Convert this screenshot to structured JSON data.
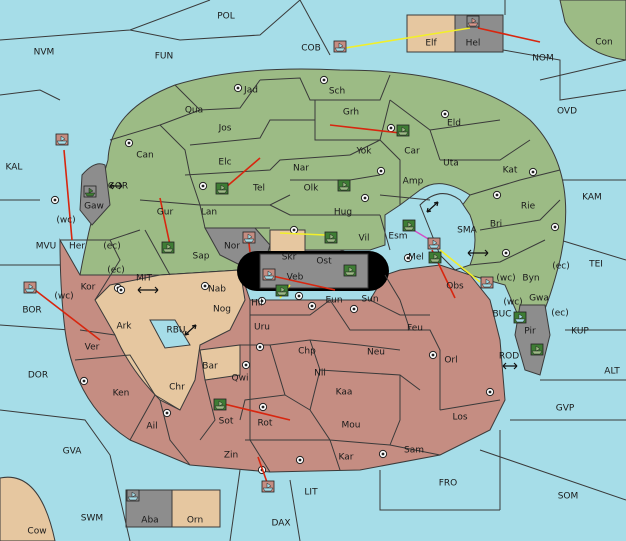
{
  "colors": {
    "sea": "#a6dde8",
    "green": "#9cbb85",
    "brown": "#c58d82",
    "tan": "#e6c7a0",
    "gray": "#8d8d8d",
    "black": "#000000",
    "order_move": "#d8260f",
    "order_support": "#f2ef2a",
    "order_convoy": "#d24fc6"
  },
  "sea_labels": [
    "POL",
    "NVM",
    "FUN",
    "COB",
    "NOM",
    "Con",
    "OVD",
    "KAL",
    "GOR",
    "KAM",
    "MVU",
    "MIT",
    "BOR",
    "RBU",
    "TEI",
    "DOR",
    "KUP",
    "BUC",
    "ROD",
    "ALT",
    "GVP",
    "GVA",
    "FRO",
    "SOM",
    "LIT",
    "SWM",
    "DAX",
    "Cow",
    "SMA"
  ],
  "green_labels": [
    "Jad",
    "Sch",
    "Qua",
    "Jos",
    "Grh",
    "Eld",
    "Can",
    "Car",
    "Elc",
    "Nar",
    "Yok",
    "Uta",
    "Kat",
    "Tel",
    "Olk",
    "Amp",
    "Gur",
    "Lan",
    "Hug",
    "Rie",
    "Bri",
    "Esm",
    "Vil",
    "Byn"
  ],
  "brown_labels": [
    "Gaw",
    "Her",
    "Kor",
    "Sap",
    "Nor",
    "Skr",
    "Veb",
    "Ost",
    "Mel",
    "Obs",
    "Nab",
    "Hil",
    "Eun",
    "Sun",
    "Ark",
    "Nog",
    "Uru",
    "Feu",
    "Ver",
    "Chp",
    "Neu",
    "Orl",
    "Bar",
    "Qwi",
    "Nil",
    "Ken",
    "Chr",
    "Kaa",
    "Los",
    "Ail",
    "Sot",
    "Rot",
    "Mou",
    "Zin",
    "Kar",
    "Sam"
  ],
  "gray_labels": [
    "Pir",
    "Gwa",
    "Elf",
    "Hel",
    "Aba",
    "Orn"
  ],
  "coast_labels": [
    "(wc)",
    "(ec)",
    "(ec)",
    "(wc)",
    "(wc)",
    "(ec)",
    "(wc)",
    "(ec)"
  ]
}
